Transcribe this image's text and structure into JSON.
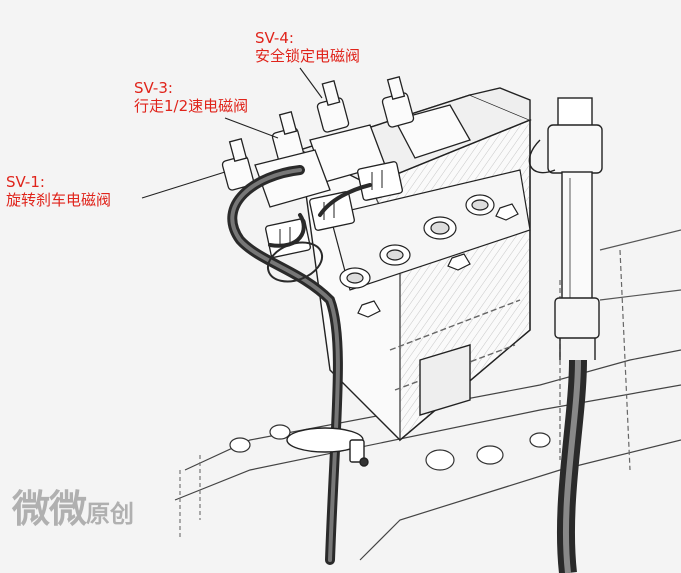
{
  "callouts": [
    {
      "code": "SV-4:",
      "name": "安全锁定电磁阀"
    },
    {
      "code": "SV-3:",
      "name": "行走1/2速电磁阀"
    },
    {
      "code": "SV-1:",
      "name": "旋转刹车电磁阀"
    }
  ],
  "watermark": {
    "big": "微微",
    "small": "原创"
  },
  "colors": {
    "label": "#e0241b",
    "line": "#222222",
    "hose": "#2a2a2a",
    "paper": "#f4f4f4"
  }
}
